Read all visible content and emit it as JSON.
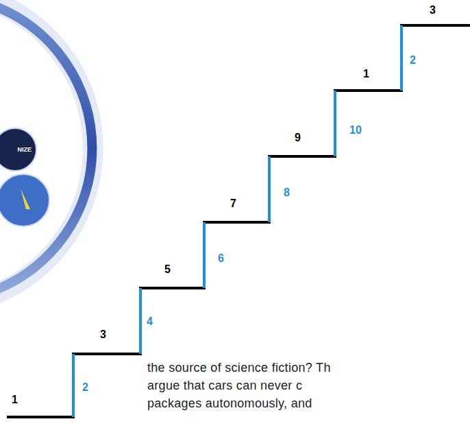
{
  "diagram": {
    "nodes": [
      {
        "text": [
          "NIZE"
        ]
      }
    ],
    "labels": [
      "1",
      "2",
      "3",
      "4",
      "5",
      "6",
      "7",
      "8",
      "9",
      "10",
      "1",
      "2",
      "3",
      "the source of science fiction? Th",
      "argue that cars can never c",
      "packages autonomously, and"
    ]
  }
}
